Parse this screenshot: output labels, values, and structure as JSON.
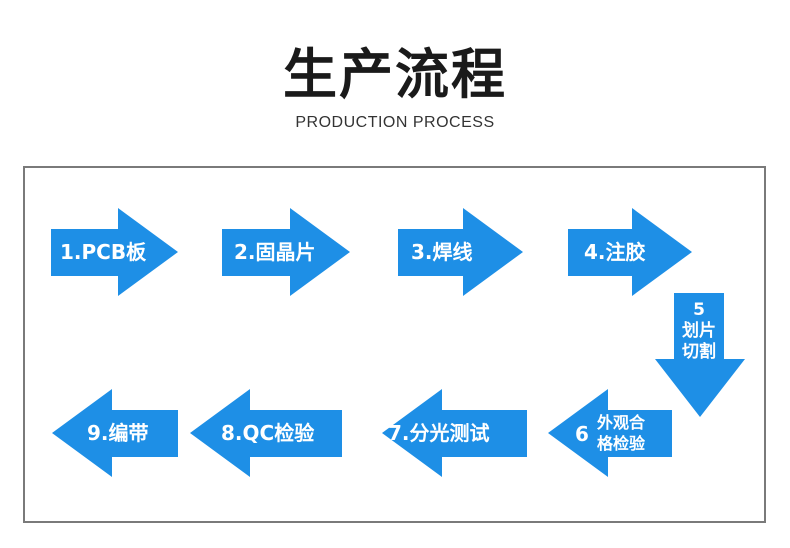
{
  "title": "生产流程",
  "subtitle": "PRODUCTION PROCESS",
  "arrow_color": "#1e8fe6",
  "steps": [
    {
      "label": "1.PCB板"
    },
    {
      "label": "2.固晶片"
    },
    {
      "label": "3.焊线"
    },
    {
      "label": "4.注胶"
    },
    {
      "label_num": "5",
      "label_line1": "划片",
      "label_line2": "切割"
    },
    {
      "label_num": "6",
      "label_line1": "外观合",
      "label_line2": "格检验"
    },
    {
      "label": "7.分光测试"
    },
    {
      "label": "8.QC检验"
    },
    {
      "label": "9.编带"
    }
  ]
}
